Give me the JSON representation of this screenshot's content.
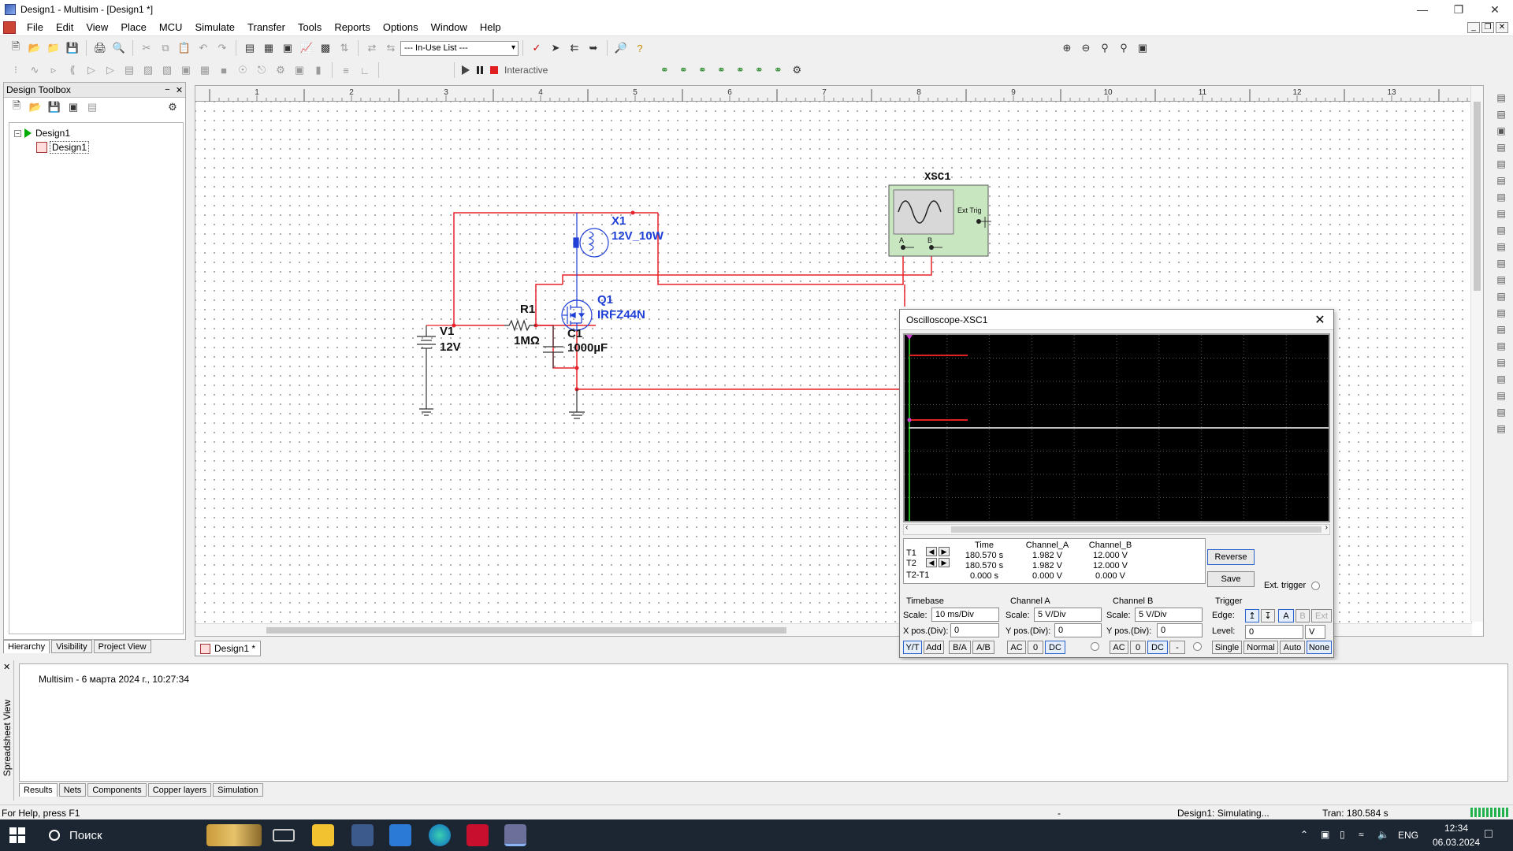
{
  "window": {
    "title": "Design1 - Multisim - [Design1 *]"
  },
  "menu": [
    "File",
    "Edit",
    "View",
    "Place",
    "MCU",
    "Simulate",
    "Transfer",
    "Tools",
    "Reports",
    "Options",
    "Window",
    "Help"
  ],
  "toolbar": {
    "in_use_list": "--- In-Use List ---",
    "interactive_label": "Interactive"
  },
  "toolbox": {
    "title": "Design Toolbox",
    "tree": {
      "root": "Design1",
      "child": "Design1"
    },
    "tabs": [
      "Hierarchy",
      "Visibility",
      "Project View"
    ]
  },
  "canvas": {
    "tab_label": "Design1 *",
    "ruler_marks": [
      "1",
      "2",
      "3",
      "4",
      "5",
      "6",
      "7",
      "8",
      "9",
      "10",
      "11",
      "12",
      "13"
    ]
  },
  "schematic": {
    "v1": {
      "ref": "V1",
      "value": "12V"
    },
    "r1": {
      "ref": "R1",
      "value": "1MΩ"
    },
    "c1": {
      "ref": "C1",
      "value": "1000µF"
    },
    "x1": {
      "ref": "X1",
      "value": "12V_10W"
    },
    "q1": {
      "ref": "Q1",
      "value": "IRFZ44N"
    },
    "xsc1": {
      "ref": "XSC1",
      "ext_trig": "Ext Trig",
      "a": "A",
      "b": "B"
    },
    "wire_color": "#e8202a",
    "part_color": "#1f3fd6"
  },
  "oscilloscope": {
    "title": "Oscilloscope-XSC1",
    "readout": {
      "headers": [
        "Time",
        "Channel_A",
        "Channel_B"
      ],
      "rows": [
        {
          "label": "T1",
          "time": "180.570 s",
          "a": "1.982 V",
          "b": "12.000 V"
        },
        {
          "label": "T2",
          "time": "180.570 s",
          "a": "1.982 V",
          "b": "12.000 V"
        },
        {
          "label": "T2-T1",
          "time": "0.000 s",
          "a": "0.000 V",
          "b": "0.000 V"
        }
      ]
    },
    "buttons": {
      "reverse": "Reverse",
      "save": "Save",
      "ext_trigger": "Ext. trigger"
    },
    "timebase": {
      "title": "Timebase",
      "scale_label": "Scale:",
      "scale": "10 ms/Div",
      "xpos_label": "X pos.(Div):",
      "xpos": "0",
      "modes": [
        "Y/T",
        "Add",
        "B/A",
        "A/B"
      ]
    },
    "channel_a": {
      "title": "Channel A",
      "scale_label": "Scale:",
      "scale": "5  V/Div",
      "ypos_label": "Y pos.(Div):",
      "ypos": "0",
      "coupling": [
        "AC",
        "0",
        "DC"
      ]
    },
    "channel_b": {
      "title": "Channel B",
      "scale_label": "Scale:",
      "scale": "5  V/Div",
      "ypos_label": "Y pos.(Div):",
      "ypos": "0",
      "coupling": [
        "AC",
        "0",
        "DC",
        "-"
      ]
    },
    "trigger": {
      "title": "Trigger",
      "edge_label": "Edge:",
      "level_label": "Level:",
      "level": "0",
      "level_unit": "V",
      "sources": [
        "A",
        "B",
        "Ext"
      ],
      "modes": [
        "Single",
        "Normal",
        "Auto",
        "None"
      ]
    }
  },
  "spreadsheet": {
    "side_label": "Spreadsheet View",
    "log": "Multisim  -  6 марта 2024 г., 10:27:34",
    "tabs": [
      "Results",
      "Nets",
      "Components",
      "Copper layers",
      "Simulation"
    ]
  },
  "status": {
    "help": "For Help, press F1",
    "dash": "-",
    "simulating": "Design1: Simulating...",
    "tran": "Tran: 180.584 s"
  },
  "taskbar": {
    "search": "Поиск",
    "lang": "ENG",
    "time": "12:34",
    "date": "06.03.2024"
  }
}
